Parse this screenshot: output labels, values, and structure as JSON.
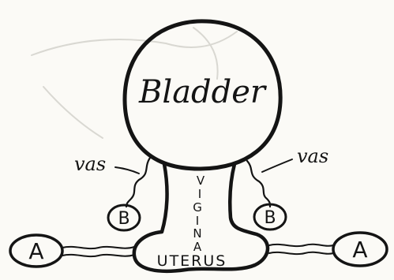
{
  "labels": {
    "bladder": "Bladder",
    "vas_left": "vas",
    "vas_right": "vas",
    "b_left": "B",
    "b_right": "B",
    "a_left": "A",
    "a_right": "A",
    "vigina_letters": [
      "V",
      "I",
      "G",
      "I",
      "N",
      "A"
    ],
    "uterus": "UTERUS"
  },
  "colors": {
    "ink": "#141414",
    "paper": "#fbfaf6",
    "bleed": "#d9d8d2"
  }
}
